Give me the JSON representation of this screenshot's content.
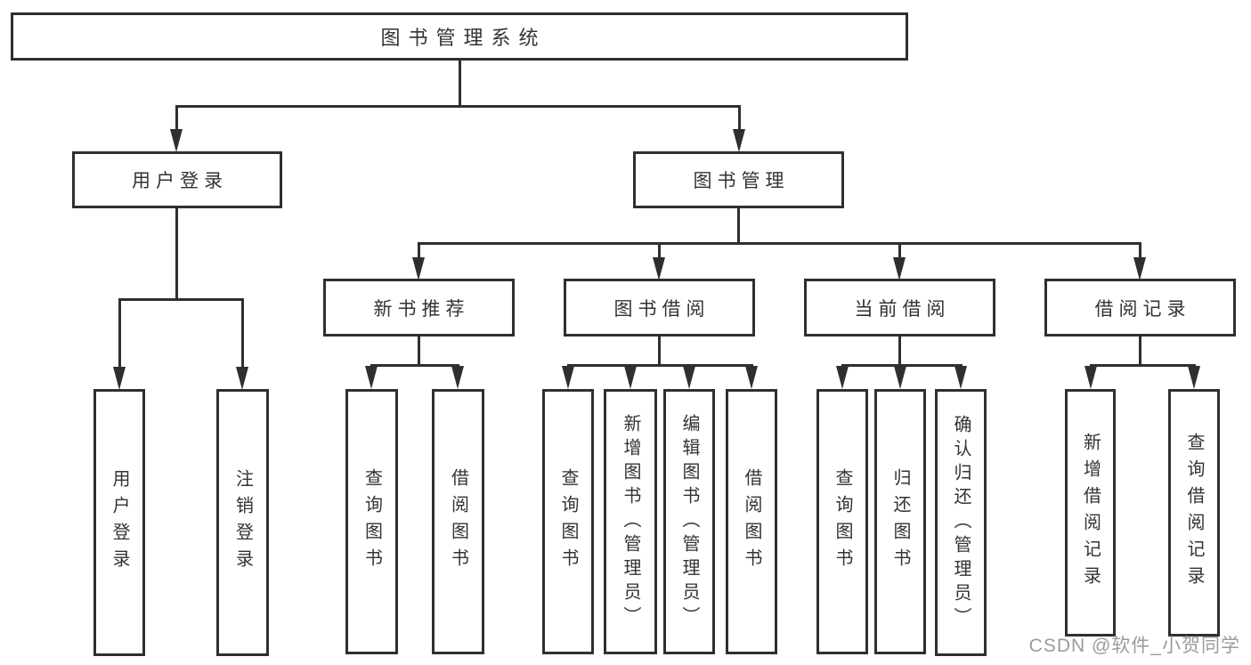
{
  "diagram": {
    "root": {
      "label": "图书管理系统"
    },
    "branches": [
      {
        "label": "用户登录",
        "children": [
          {
            "label": "用户登录"
          },
          {
            "label": "注销登录"
          }
        ]
      },
      {
        "label": "图书管理",
        "children": [
          {
            "label": "新书推荐",
            "children": [
              {
                "label": "查询图书"
              },
              {
                "label": "借阅图书"
              }
            ]
          },
          {
            "label": "图书借阅",
            "children": [
              {
                "label": "查询图书"
              },
              {
                "label": "新增图书（管理员）"
              },
              {
                "label": "编辑图书（管理员）"
              },
              {
                "label": "借阅图书"
              }
            ]
          },
          {
            "label": "当前借阅",
            "children": [
              {
                "label": "查询图书"
              },
              {
                "label": "归还图书"
              },
              {
                "label": "确认归还（管理员）"
              }
            ]
          },
          {
            "label": "借阅记录",
            "children": [
              {
                "label": "新增借阅记录"
              },
              {
                "label": "查询借阅记录"
              }
            ]
          }
        ]
      }
    ]
  },
  "watermark": {
    "text": "CSDN @软件_小贺同学"
  },
  "colors": {
    "line": "#2f2f2f",
    "text": "#333333",
    "watermark": "#9b9b9b",
    "background": "#ffffff"
  }
}
